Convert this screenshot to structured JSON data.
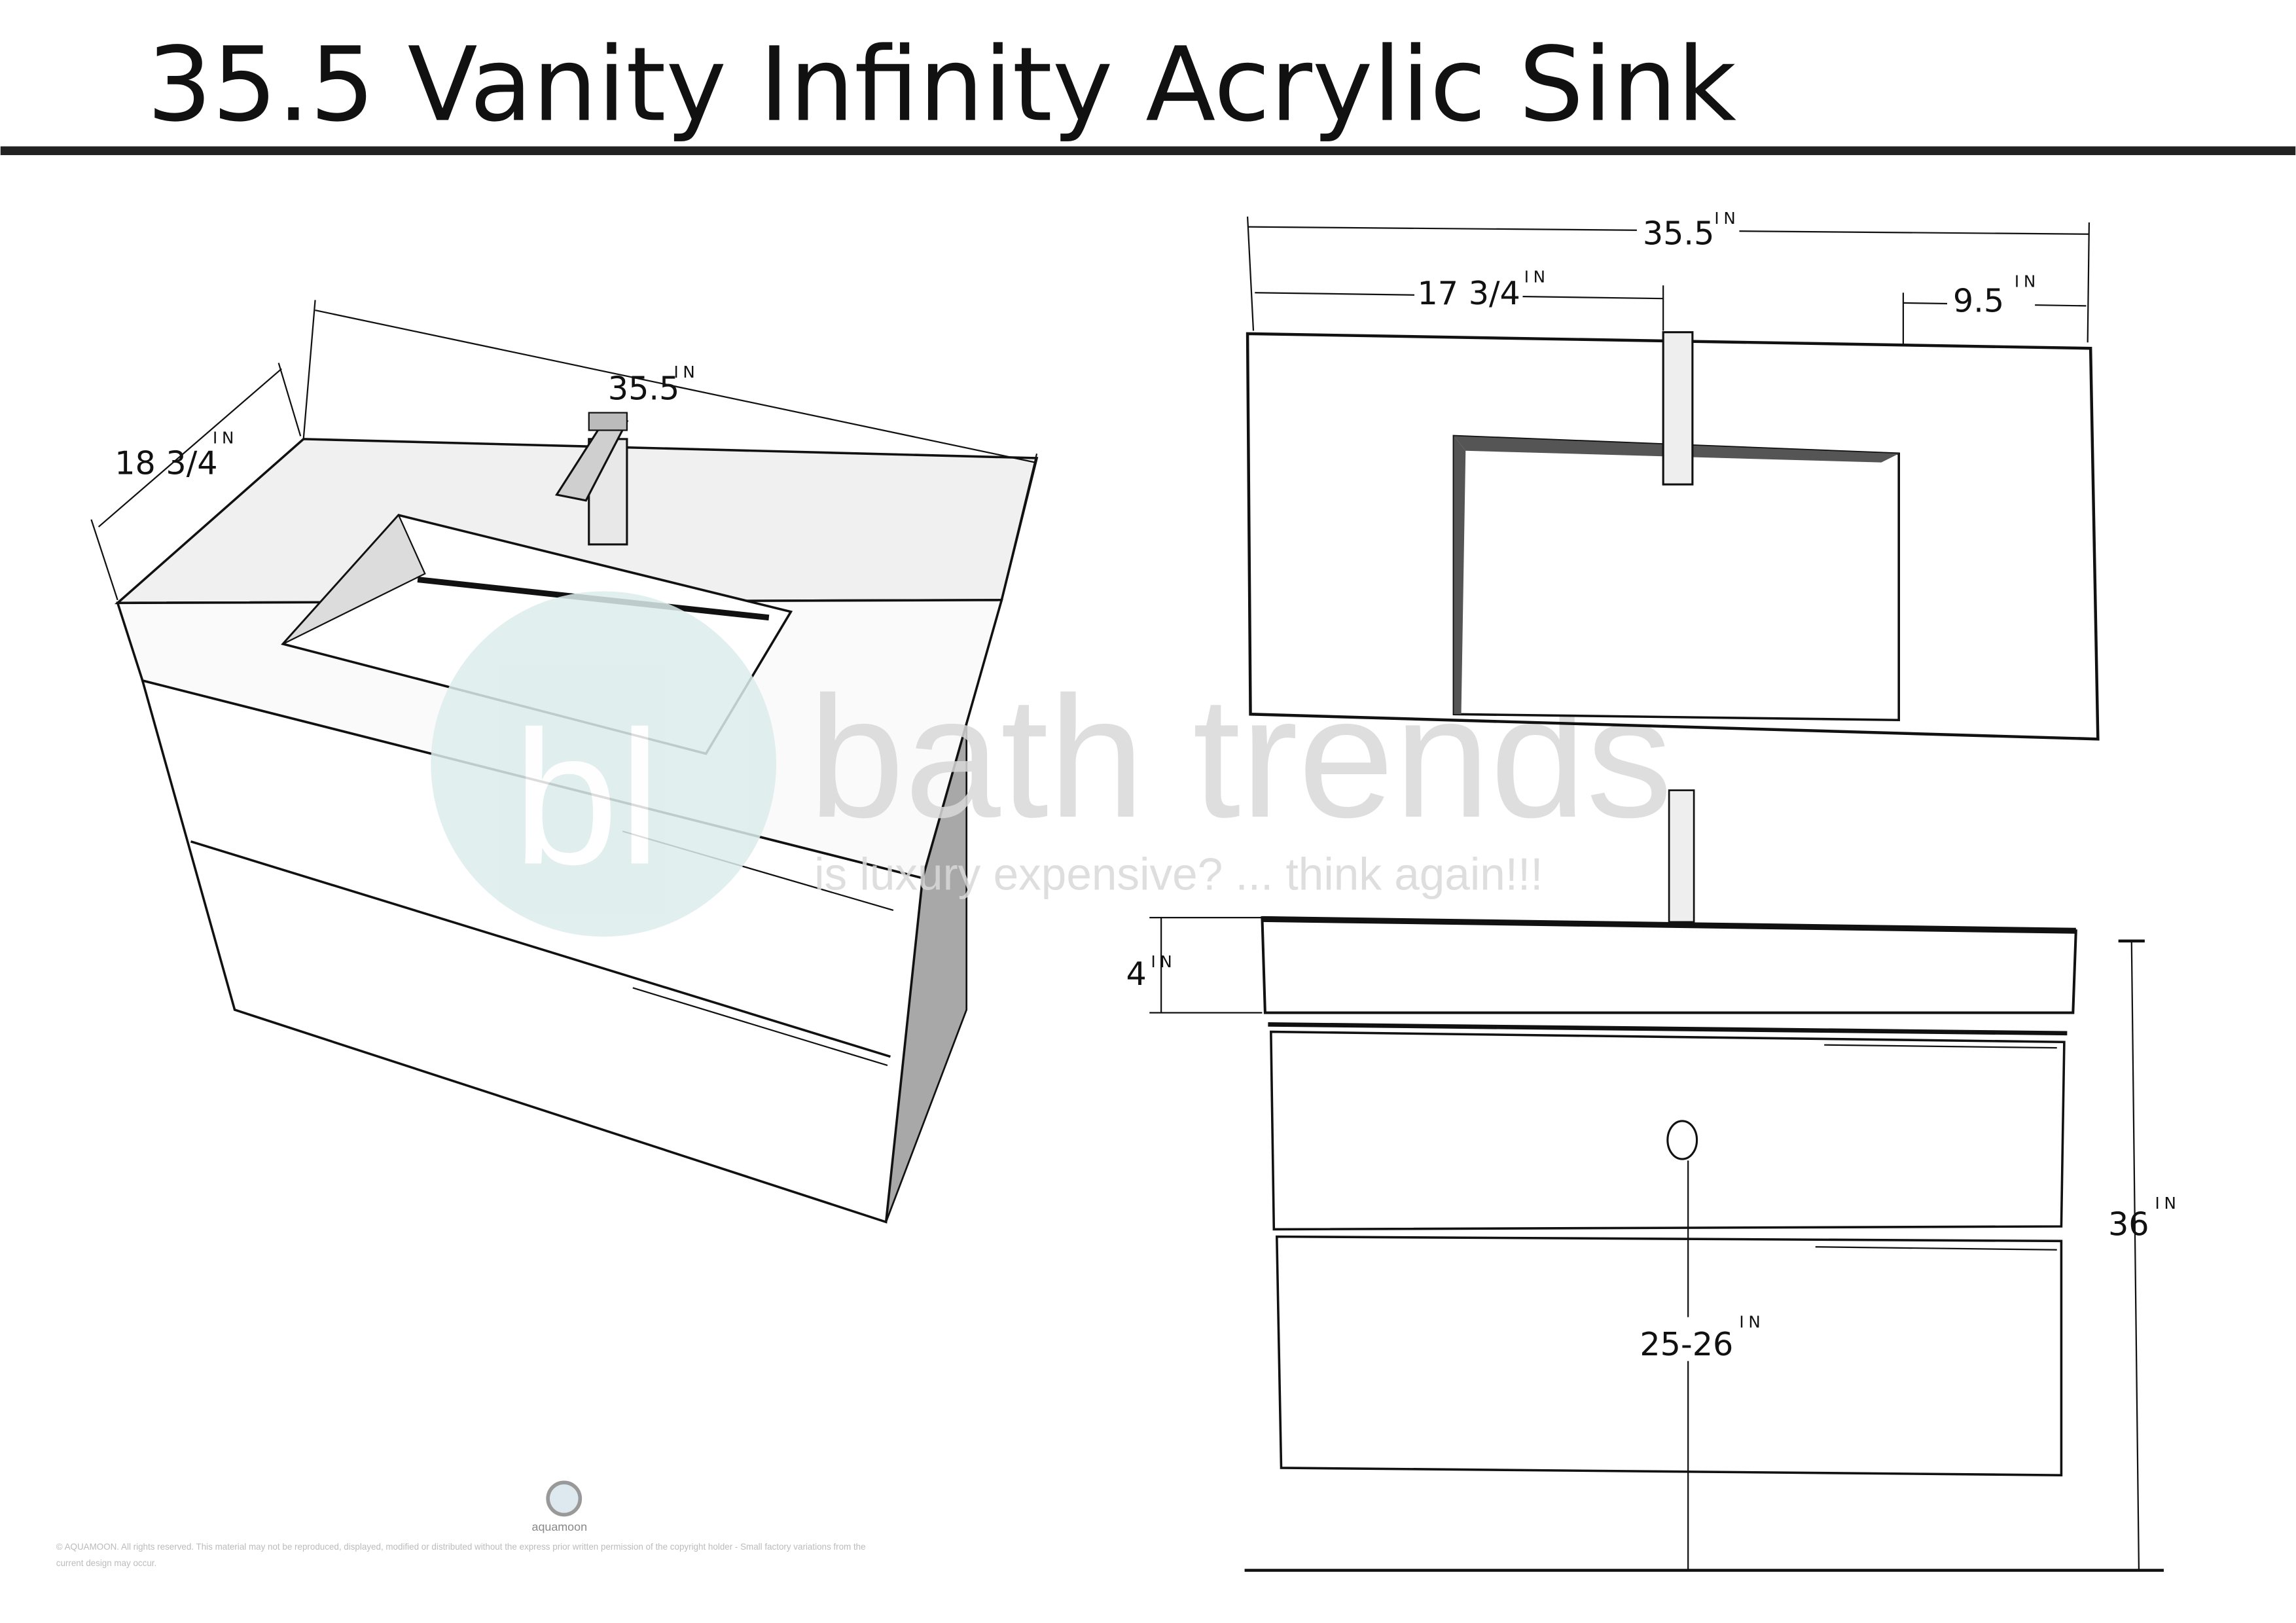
{
  "title": "35.5 Vanity Infinity Acrylic Sink",
  "unit": "IN",
  "perspective_view": {
    "width_label": "35.5",
    "depth_label": "18 3/4"
  },
  "top_view": {
    "width_label": "35.5",
    "faucet_offset_label": "17 3/4",
    "right_offset_label": "9.5"
  },
  "front_view": {
    "top_thickness_label": "4",
    "height_label": "36",
    "drain_height_label": "25-26"
  },
  "watermark": {
    "logo": "bl",
    "brand": "bath trends",
    "tagline": "is luxury expensive? ... think again!!!"
  },
  "footer": {
    "logo_text": "aquamoon",
    "copyright_line1": "© AQUAMOON. All rights reserved. This material may not be reproduced, displayed, modified or distributed without the express prior written permission of the copyright holder - Small factory variations from the",
    "copyright_line2": "current design may occur."
  },
  "colors": {
    "line": "#111111",
    "top_surface": "#f0f0f0",
    "side_panel": "#a8a8a8",
    "watermark_circle": "#dcecec",
    "watermark_text": "#d9d9d9"
  }
}
